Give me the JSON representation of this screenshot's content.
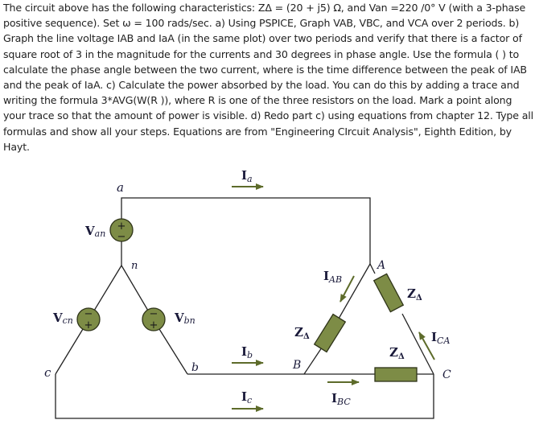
{
  "problem": {
    "text": "The circuit above has the following characteristics: ZΔ = (20 + j5) Ω, and Van =220 /0° V (with a 3-phase positive sequence). Set ω = 100 rads/sec. a) Using PSPICE, Graph VAB, VBC, and VCA over 2 periods. b) Graph the line voltage IAB and IaA (in the same plot) over two periods and verify that there is a factor of square root of 3 in the magnitude for the currents and 30 degrees in phase angle. Use the formula ( ) to calculate the phase angle between the two current, where is the time difference between the peak of IAB and the peak of IaA. c) Calculate the power absorbed by the load. You can do this by adding a trace and writing the formula 3*AVG(W(R )), where R is one of the three resistors on the load. Mark a point along your trace so that the amount of power is visible. d) Redo part c) using equations from chapter 12. Type all formulas and show all your steps. Equations are from \"Engineering CIrcuit Analysis\", Eighth Edition, by Hayt."
  },
  "circuit": {
    "colors": {
      "component_fill": "#7d8c46",
      "component_stroke": "#2e3318",
      "arrow": "#5d6b2a",
      "wire": "#222222",
      "label": "#1a1a3a"
    },
    "nodes": {
      "a": "a",
      "n": "n",
      "b": "b",
      "c": "c",
      "A": "A",
      "B": "B",
      "C": "C"
    },
    "sources": {
      "van": {
        "name": "V",
        "sub": "an"
      },
      "vbn": {
        "name": "V",
        "sub": "bn"
      },
      "vcn": {
        "name": "V",
        "sub": "cn"
      },
      "plus": "+",
      "minus": "−"
    },
    "currents": {
      "ia": {
        "name": "I",
        "sub": "a"
      },
      "ib": {
        "name": "I",
        "sub": "b"
      },
      "ic": {
        "name": "I",
        "sub": "c"
      },
      "iab": {
        "name": "I",
        "sub": "AB"
      },
      "ibc": {
        "name": "I",
        "sub": "BC"
      },
      "ica": {
        "name": "I",
        "sub": "CA"
      }
    },
    "impedances": {
      "z_ab": {
        "name": "Z",
        "sub": "Δ"
      },
      "z_ca": {
        "name": "Z",
        "sub": "Δ"
      },
      "z_bc": {
        "name": "Z",
        "sub": "Δ"
      }
    }
  }
}
